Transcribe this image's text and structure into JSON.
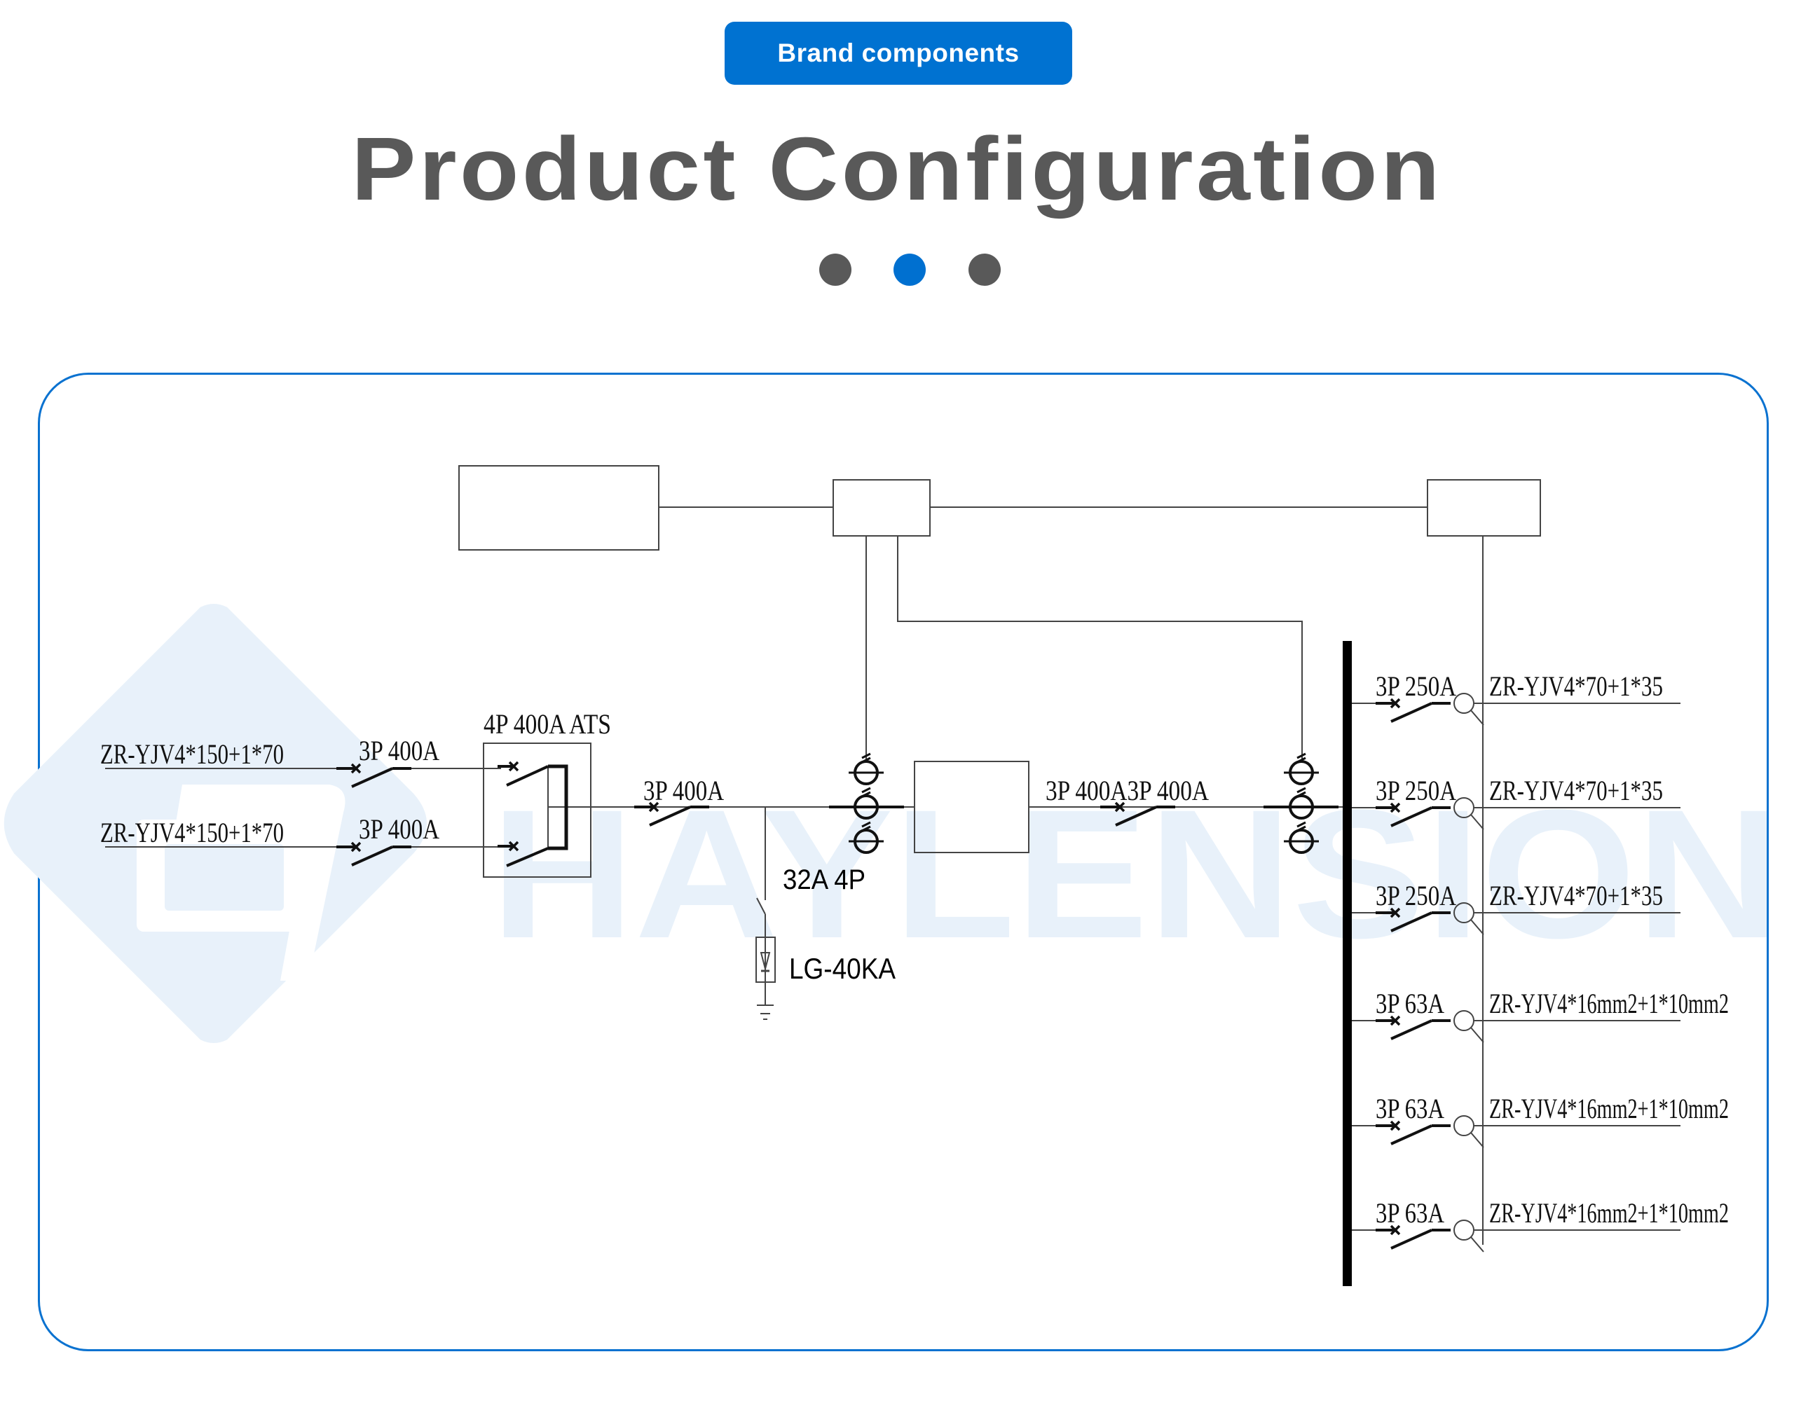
{
  "header": {
    "badge_label": "Brand components",
    "title": "Product Configuration",
    "pager": {
      "count": 3,
      "active_index": 1
    }
  },
  "colors": {
    "accent": "#0072d1",
    "title_gray": "#595959",
    "watermark": "#e8f1fa",
    "line": "#333333"
  },
  "watermark": {
    "text": "HAYLENSION",
    "logo": "haylension-logo-icon"
  },
  "diagram": {
    "incoming": [
      {
        "cable": "ZR-YJV4*150+1*70",
        "breaker": "3P  400A"
      },
      {
        "cable": "ZR-YJV4*150+1*70",
        "breaker": "3P  400A"
      }
    ],
    "ats_label": "4P  400A  ATS",
    "main_breaker": "3P  400A",
    "spd_breaker": "32A 4P",
    "spd_label": "LG-40KA",
    "after_meter_breakers": "3P  400A3P  400A",
    "outgoing": [
      {
        "breaker": "3P  250A",
        "cable": "ZR-YJV4*70+1*35"
      },
      {
        "breaker": "3P  250A",
        "cable": "ZR-YJV4*70+1*35"
      },
      {
        "breaker": "3P  250A",
        "cable": "ZR-YJV4*70+1*35"
      },
      {
        "breaker": "3P  63A",
        "cable": "ZR-YJV4*16mm2+1*10mm2"
      },
      {
        "breaker": "3P  63A",
        "cable": "ZR-YJV4*16mm2+1*10mm2"
      },
      {
        "breaker": "3P  63A",
        "cable": "ZR-YJV4*16mm2+1*10mm2"
      }
    ]
  }
}
